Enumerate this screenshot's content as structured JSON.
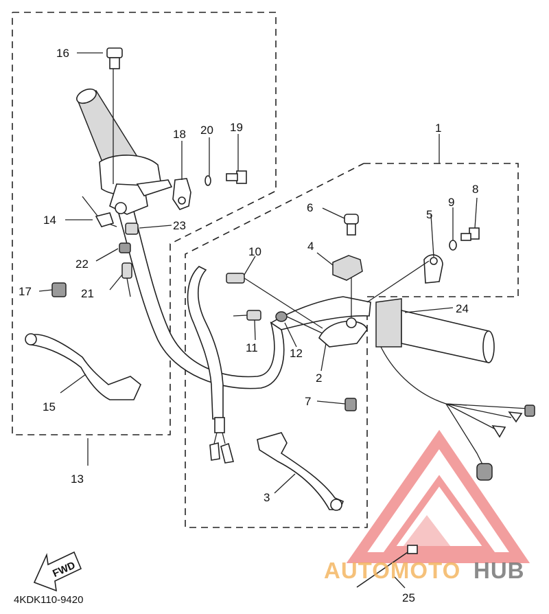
{
  "diagram_code": "4KDK110-9420",
  "fwd_label": "FWD",
  "watermark": {
    "part1": "AUTOMOTO",
    "part2": "HUB",
    "accent_color": "#f3b25a",
    "triangle_color": "#e85050"
  },
  "callouts": [
    {
      "id": "1",
      "text": "1"
    },
    {
      "id": "2",
      "text": "2"
    },
    {
      "id": "3",
      "text": "3"
    },
    {
      "id": "4",
      "text": "4"
    },
    {
      "id": "5",
      "text": "5"
    },
    {
      "id": "6",
      "text": "6"
    },
    {
      "id": "7",
      "text": "7"
    },
    {
      "id": "8",
      "text": "8"
    },
    {
      "id": "9",
      "text": "9"
    },
    {
      "id": "10",
      "text": "10"
    },
    {
      "id": "11",
      "text": "11"
    },
    {
      "id": "12",
      "text": "12"
    },
    {
      "id": "13",
      "text": "13"
    },
    {
      "id": "14",
      "text": "14"
    },
    {
      "id": "15",
      "text": "15"
    },
    {
      "id": "16",
      "text": "16"
    },
    {
      "id": "17",
      "text": "17"
    },
    {
      "id": "18",
      "text": "18"
    },
    {
      "id": "19",
      "text": "19"
    },
    {
      "id": "20",
      "text": "20"
    },
    {
      "id": "21",
      "text": "21"
    },
    {
      "id": "22",
      "text": "22"
    },
    {
      "id": "23",
      "text": "23"
    },
    {
      "id": "24",
      "text": "24"
    },
    {
      "id": "25",
      "text": "25"
    }
  ]
}
